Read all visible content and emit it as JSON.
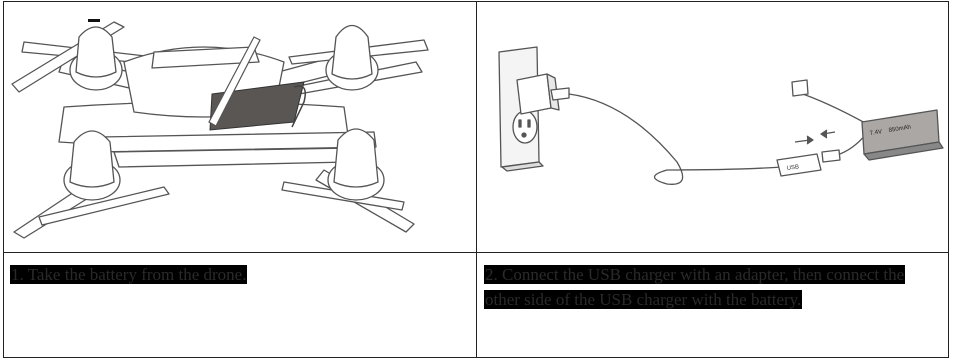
{
  "steps": [
    {
      "number": "1",
      "text": "1. Take the battery from the drone."
    },
    {
      "number": "2",
      "text": "2. Connect the USB charger with an adapter, then connect the other side of the USB charger with the battery."
    }
  ],
  "illustrations": {
    "drone": {
      "icon": "drone-battery-removal-illustration"
    },
    "charger": {
      "icon": "usb-charging-illustration",
      "battery_label_voltage": "7.4V",
      "battery_label_capacity": "850mAh",
      "usb_label": "USB"
    }
  }
}
